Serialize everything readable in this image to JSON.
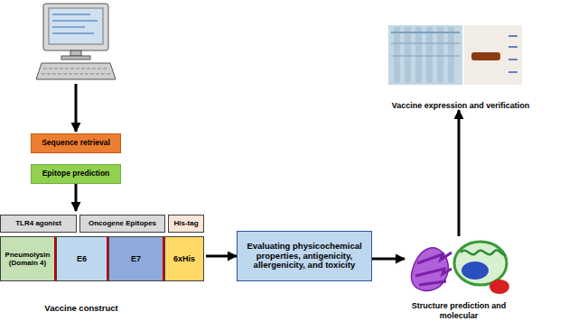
{
  "diagram": {
    "nodes": [
      {
        "text": [
          "Sequence retrieval"
        ]
      },
      {
        "text": [
          "Epitope prediction"
        ]
      },
      {
        "text": [
          "Vaccine construct"
        ]
      },
      {
        "text": [
          "TLR4 agonist"
        ],
        "in": 2
      },
      {
        "text": [
          "Oncogene Epitopes"
        ],
        "in": 2
      },
      {
        "text": [
          "His-tag"
        ],
        "in": 2
      },
      {
        "text": [
          "Pneumolysin (Domain 4)"
        ],
        "in": 2
      },
      {
        "text": [
          "E6"
        ],
        "in": 2
      },
      {
        "text": [
          "E7"
        ],
        "in": 2
      },
      {
        "text": [
          "6xHis"
        ],
        "in": 2
      },
      {
        "text": [
          "Evaluating physicochemical properties, antigenicity, allergenicity, and toxicity"
        ]
      },
      {
        "text": [
          "Structure prediction and molecular"
        ]
      },
      {
        "text": [
          "Vaccine expression and verification"
        ]
      }
    ],
    "edges": [
      {
        "from": 1,
        "to": 2,
        "arrow": "to"
      },
      {
        "from": 2,
        "to": 10,
        "arrow": "to"
      },
      {
        "from": 10,
        "to": 11,
        "arrow": "to"
      },
      {
        "from": 11,
        "to": 12,
        "arrow": "to"
      }
    ]
  }
}
